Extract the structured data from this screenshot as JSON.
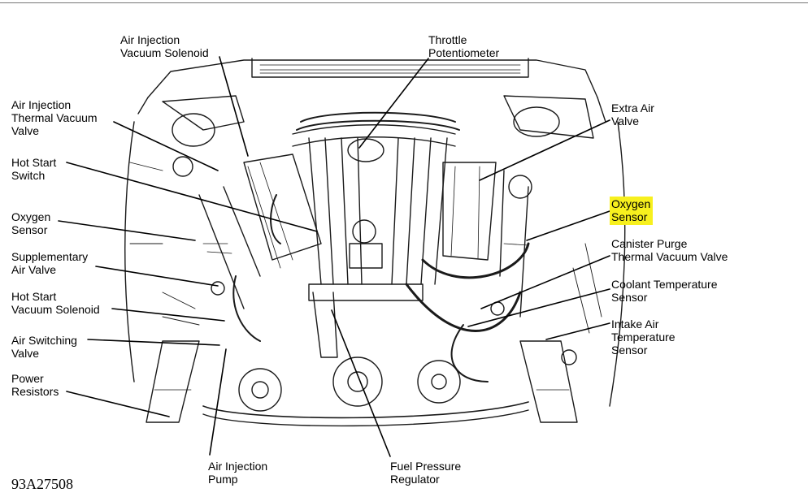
{
  "labels": [
    {
      "id": "air-injection-vacuum-solenoid",
      "lines": [
        "Air Injection",
        "Vacuum Solenoid"
      ]
    },
    {
      "id": "throttle-potentiometer",
      "lines": [
        "Throttle",
        "Potentiometer"
      ]
    },
    {
      "id": "air-injection-thermal-vacuum-valve",
      "lines": [
        "Air Injection",
        "Thermal Vacuum",
        "Valve"
      ]
    },
    {
      "id": "extra-air-valve",
      "lines": [
        "Extra Air",
        "Valve"
      ]
    },
    {
      "id": "hot-start-switch",
      "lines": [
        "Hot Start",
        "Switch"
      ]
    },
    {
      "id": "oxygen-sensor-left",
      "lines": [
        "Oxygen",
        "Sensor"
      ]
    },
    {
      "id": "oxygen-sensor-right",
      "lines": [
        "Oxygen",
        "Sensor"
      ],
      "highlight": true
    },
    {
      "id": "supplementary-air-valve",
      "lines": [
        "Supplementary",
        "Air Valve"
      ]
    },
    {
      "id": "canister-purge-thermal-vacuum-valve",
      "lines": [
        "Canister Purge",
        "Thermal Vacuum Valve"
      ]
    },
    {
      "id": "hot-start-vacuum-solenoid",
      "lines": [
        "Hot Start",
        "Vacuum Solenoid"
      ]
    },
    {
      "id": "coolant-temperature-sensor",
      "lines": [
        "Coolant Temperature",
        "Sensor"
      ]
    },
    {
      "id": "air-switching-valve",
      "lines": [
        "Air Switching",
        "Valve"
      ]
    },
    {
      "id": "intake-air-temperature-sensor",
      "lines": [
        "Intake Air",
        "Temperature",
        "Sensor"
      ]
    },
    {
      "id": "power-resistors",
      "lines": [
        "Power",
        "Resistors"
      ]
    },
    {
      "id": "air-injection-pump",
      "lines": [
        "Air Injection",
        "Pump"
      ]
    },
    {
      "id": "fuel-pressure-regulator",
      "lines": [
        "Fuel Pressure",
        "Regulator"
      ]
    }
  ],
  "figure_id": "93A27508",
  "colors": {
    "highlight": "#f7f01e",
    "ink": "#000000",
    "line_art": "#1a1a1a"
  }
}
